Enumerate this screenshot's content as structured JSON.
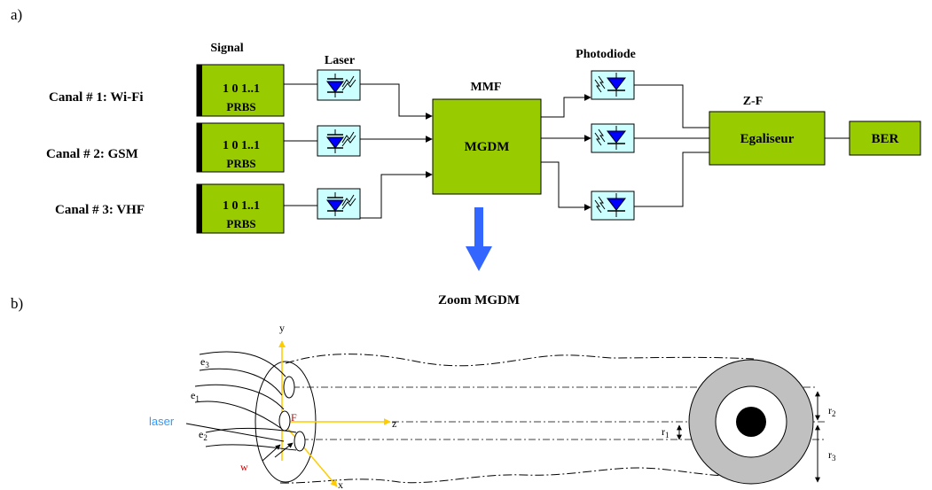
{
  "panel_a": {
    "label": "a)",
    "headers": {
      "signal": "Signal",
      "laser": "Laser",
      "mmf": "MMF",
      "photodiode": "Photodiode",
      "zf": "Z-F"
    },
    "channels": [
      {
        "label": "Canal # 1: Wi-Fi",
        "bits": "1 0 1..1",
        "prbs": "PRBS"
      },
      {
        "label": "Canal # 2: GSM",
        "bits": "1 0 1..1",
        "prbs": "PRBS"
      },
      {
        "label": "Canal # 3: VHF",
        "bits": "1 0 1..1",
        "prbs": "PRBS"
      }
    ],
    "mgdm": "MGDM",
    "equalizer": "Egaliseur",
    "ber": "BER",
    "zoom": "Zoom MGDM"
  },
  "panel_b": {
    "label": "b)",
    "axis_y": "y",
    "axis_z": "z",
    "axis_x": "x",
    "e3": "e",
    "e3_sub": "3",
    "e1": "e",
    "e1_sub": "1",
    "e2": "e",
    "e2_sub": "2",
    "laser": "laser",
    "f": "F",
    "w": "w",
    "r1": "r",
    "r1_sub": "1",
    "r2": "r",
    "r2_sub": "2",
    "r3": "r",
    "r3_sub": "3"
  },
  "colors": {
    "block_green": "#99cc00",
    "laser_box": "#ccffff",
    "diode_blue": "#0000ff",
    "zoom_arrow": "#3366ff",
    "laser_text": "#3399ff",
    "red_text": "#cc0000",
    "cladding_gray": "#c0c0c0"
  }
}
